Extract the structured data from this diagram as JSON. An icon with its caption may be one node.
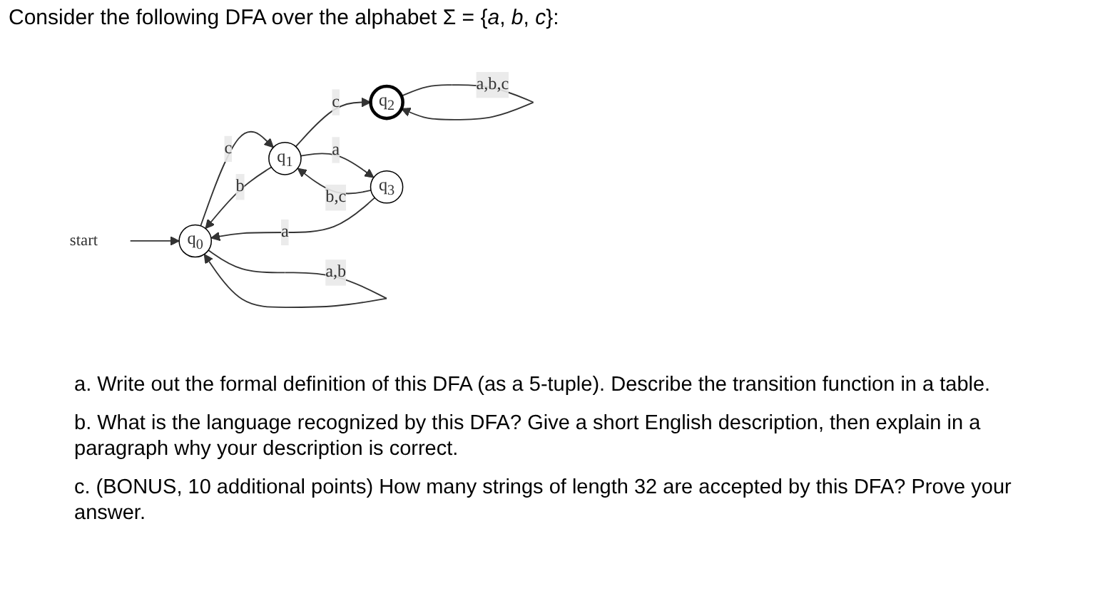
{
  "diagram": {
    "title": "Consider the following DFA over the alphabet Σ = {*a*, *b*, *c*}:",
    "nodes": [
      {
        "text": [
          "start"
        ]
      },
      {
        "text": [
          "q$_{0}$"
        ]
      },
      {
        "text": [
          "q$_{1}$"
        ]
      },
      {
        "text": [
          "q$_{2}$"
        ]
      },
      {
        "text": [
          "q$_{3}$"
        ]
      }
    ],
    "edges": [
      {
        "from": 0,
        "to": 1,
        "arrow": "to"
      },
      {
        "from": 1,
        "to": 1,
        "arrow": "to",
        "label": "a,b"
      },
      {
        "from": 1,
        "to": 2,
        "arrow": "to",
        "label": "c"
      },
      {
        "from": 2,
        "to": 1,
        "arrow": "to",
        "label": "b"
      },
      {
        "from": 2,
        "to": 3,
        "arrow": "to",
        "label": "c"
      },
      {
        "from": 3,
        "to": 3,
        "arrow": "to",
        "label": "a,b,c"
      },
      {
        "from": 2,
        "to": 4,
        "arrow": "to",
        "label": "a"
      },
      {
        "from": 4,
        "to": 2,
        "arrow": "to",
        "label": "b,c"
      },
      {
        "from": 4,
        "to": 1,
        "arrow": "to",
        "label": "a"
      }
    ],
    "labels": [
      "a. Write out the formal definition of this DFA (as a 5-tuple). Describe the transition function in a table.",
      "b. What is the language recognized by this DFA? Give a short English description, then explain in a paragraph why your description is correct.",
      "c. (BONUS, 10 additional points) How many strings of length 32 are accepted by this DFA? Prove your answer."
    ]
  }
}
